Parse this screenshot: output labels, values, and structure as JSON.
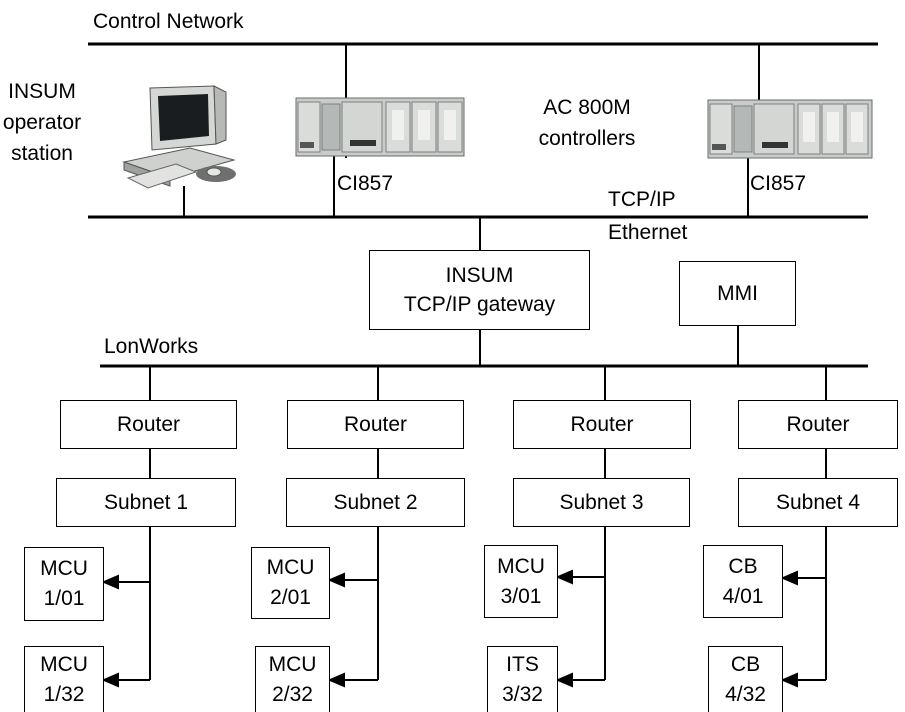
{
  "network": {
    "control": "Control Network",
    "tcpip_line1": "TCP/IP",
    "tcpip_line2": "Ethernet",
    "lonworks": "LonWorks"
  },
  "station": {
    "line1": "INSUM",
    "line2": "operator",
    "line3": "station"
  },
  "controllers": {
    "line1": "AC 800M",
    "line2": "controllers",
    "ci_left": "CI857",
    "ci_right": "CI857"
  },
  "gateway": {
    "line1": "INSUM",
    "line2": "TCP/IP gateway"
  },
  "mmi": "MMI",
  "routers": [
    "Router",
    "Router",
    "Router",
    "Router"
  ],
  "subnets": [
    "Subnet 1",
    "Subnet 2",
    "Subnet 3",
    "Subnet 4"
  ],
  "devices": [
    {
      "top": [
        "MCU",
        "1/01"
      ],
      "bottom": [
        "MCU",
        "1/32"
      ]
    },
    {
      "top": [
        "MCU",
        "2/01"
      ],
      "bottom": [
        "MCU",
        "2/32"
      ]
    },
    {
      "top": [
        "MCU",
        "3/01"
      ],
      "bottom": [
        "ITS",
        "3/32"
      ]
    },
    {
      "top": [
        "CB",
        "4/01"
      ],
      "bottom": [
        "CB",
        "4/32"
      ]
    }
  ],
  "colors": {
    "line": "#000000",
    "device_body": "#c8cbc9",
    "device_dark": "#7c807e"
  }
}
